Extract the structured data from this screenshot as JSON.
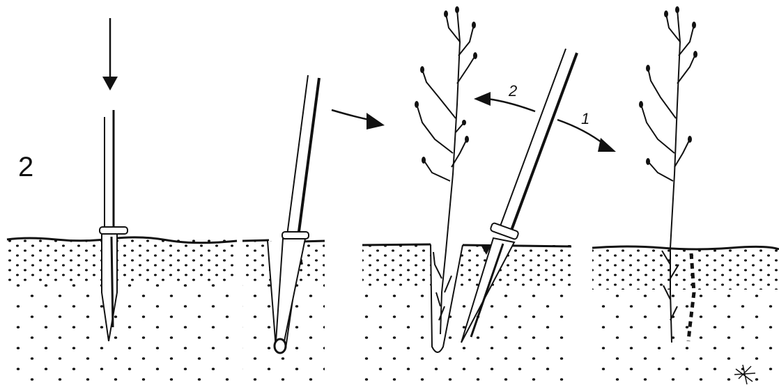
{
  "figure": {
    "number": "2",
    "arrow_labels": {
      "pull_back": "2",
      "push_forward": "1"
    }
  },
  "colors": {
    "ink": "#111111",
    "background": "#ffffff"
  },
  "panels": [
    {
      "name": "bar-pushed-into-soil",
      "icon": "planting-bar-icon"
    },
    {
      "name": "bar-tilted-slot-opened",
      "icon": "planting-bar-icon"
    },
    {
      "name": "seedling-inserted",
      "icon": "seedling-icon"
    },
    {
      "name": "seedling-planted",
      "icon": "seedling-icon"
    }
  ]
}
